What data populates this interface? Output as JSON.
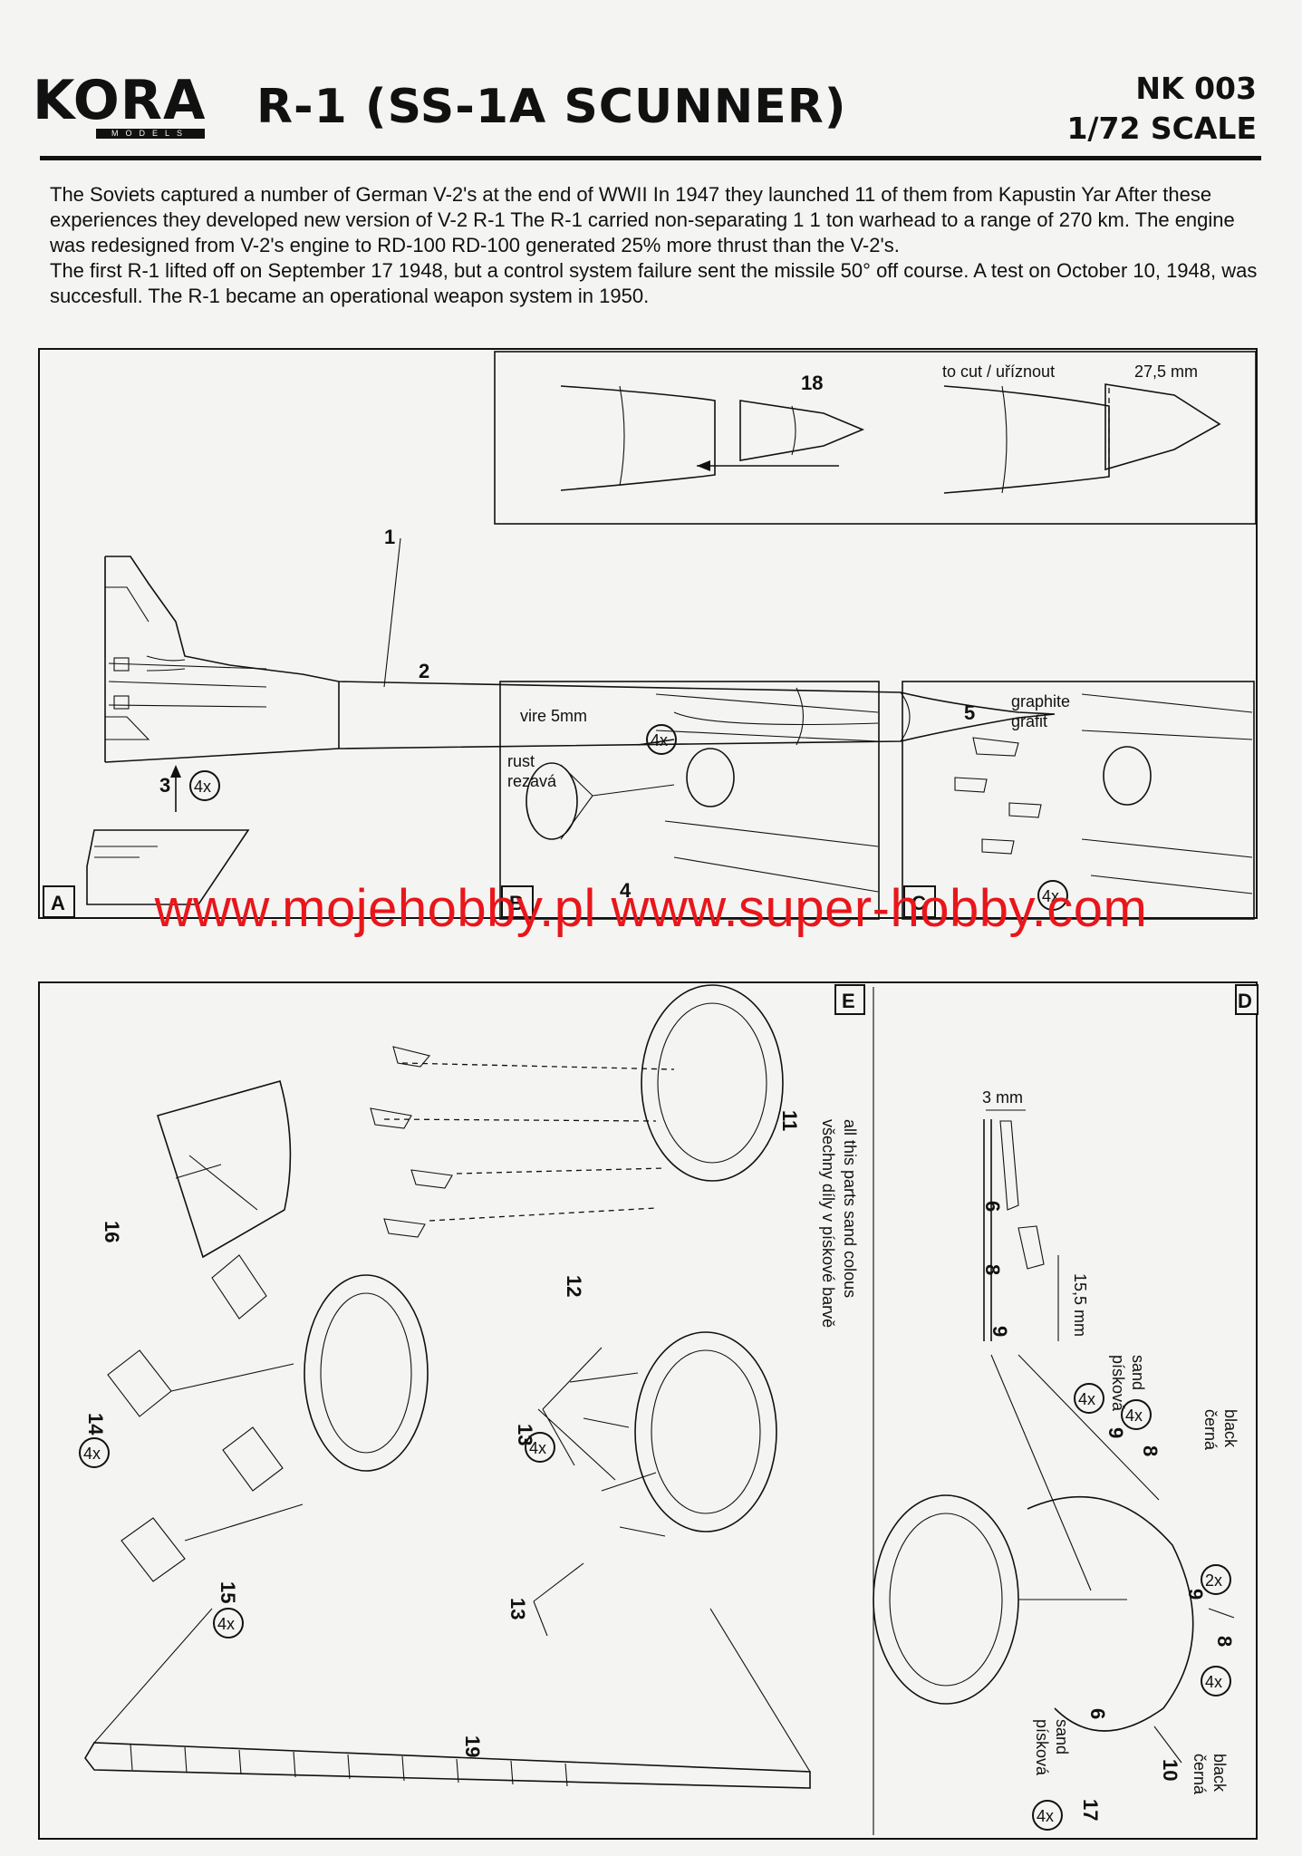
{
  "header": {
    "logo_text": "KORA",
    "logo_sub": "MODELS",
    "title": "R-1 (SS-1A SCUNNER)",
    "kit_code": "NK 003",
    "scale": "1/72 SCALE"
  },
  "intro": {
    "paragraph_1": "The Soviets captured a number of German V-2's at the end of WWII  In 1947 they launched 11 of them from Kapustin Yar After these experiences they developed new version of V-2   R-1  The R-1 carried non-separating 1 1 ton warhead to a range of 270 km. The engine was redesigned from V-2's engine to RD-100  RD-100 generated 25% more thrust than the V-2's.",
    "paragraph_2": "The first R-1 lifted off on September 17  1948, but a control system failure sent the missile 50° off course. A test on October 10, 1948, was succesfull. The R-1 became an operational weapon system in 1950."
  },
  "step_a": {
    "letter": "A",
    "part_1": "1",
    "part_2": "2",
    "part_3": "3",
    "qty_3": "4x",
    "part_18": "18",
    "cut_label": "to cut / uříznout",
    "cut_length": "27,5 mm"
  },
  "step_b": {
    "letter": "B",
    "wire_label": "vire 5mm",
    "wire_qty": "4x",
    "rust_en": "rust",
    "rust_cz": "rezavá",
    "part_4": "4"
  },
  "step_c": {
    "letter": "C",
    "part_5": "5",
    "graphite_en": "graphite",
    "graphite_cz": "grafit",
    "qty": "4x"
  },
  "step_e": {
    "letter": "E",
    "part_11": "11",
    "part_12": "12",
    "part_13": "13",
    "qty_13": "4x",
    "part_14": "14",
    "qty_14": "4x",
    "part_15": "15",
    "qty_15": "4x",
    "part_16": "16",
    "part_19": "19",
    "note_en": "all this parts sand colous",
    "note_cz": "všechny díly v pískové barvě"
  },
  "step_d": {
    "letter": "D",
    "dim_3mm": "3 mm",
    "dim_15": "15,5 mm",
    "part_6": "6",
    "part_8": "8",
    "part_9": "9",
    "part_10": "10",
    "part_17": "17",
    "sand_en": "sand",
    "sand_cz": "písková",
    "black_en": "black",
    "black_cz": "černá",
    "qty_4x": "4x",
    "qty_2x": "2x"
  },
  "watermark": {
    "text": "www.mojehobby.pl www.super-hobby.com",
    "color": "#e8161b"
  }
}
